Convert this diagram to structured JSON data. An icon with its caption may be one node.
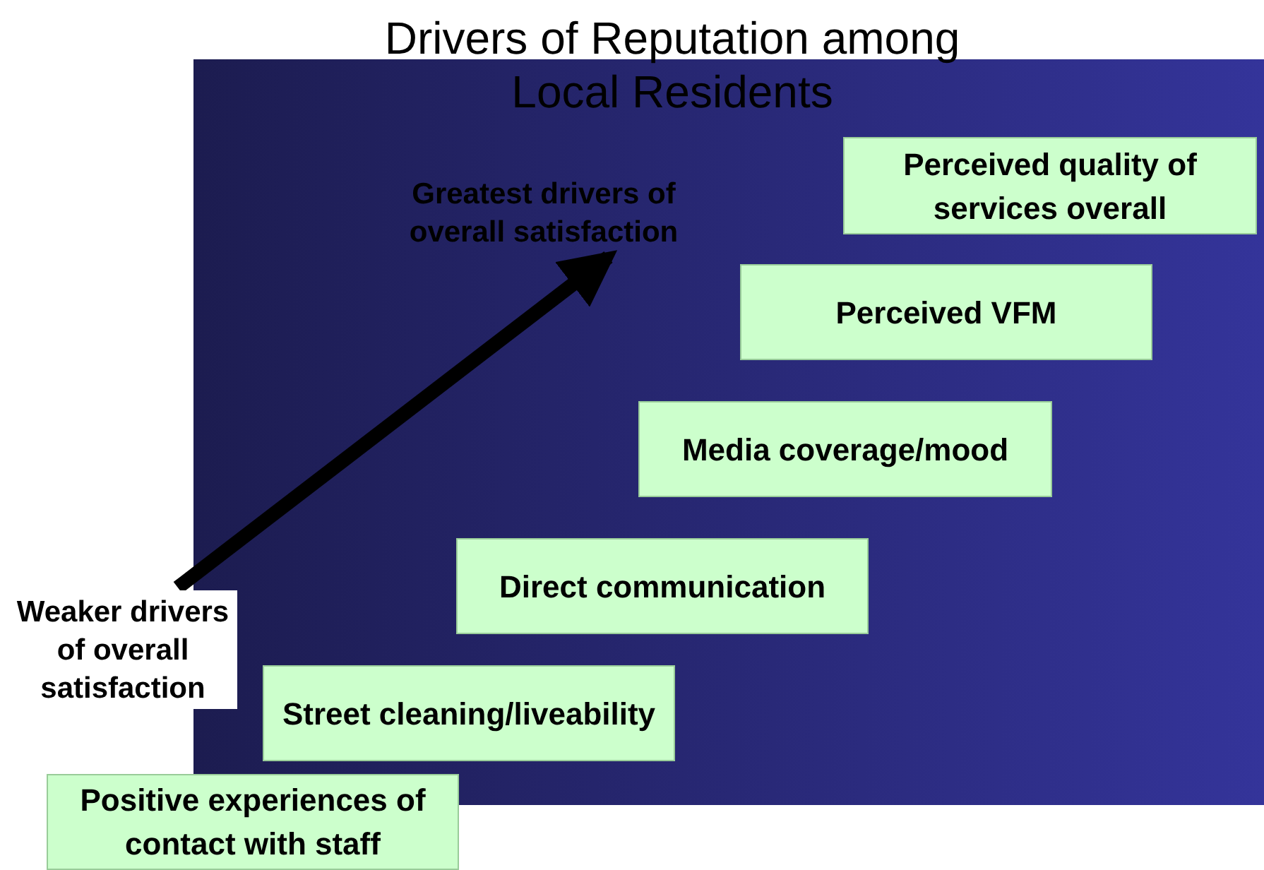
{
  "diagram": {
    "title": "Drivers of Reputation among Local Residents",
    "nodes": [
      {
        "text": [
          "Perceived quality of services overall"
        ]
      },
      {
        "text": [
          "Greatest drivers of overall satisfaction"
        ]
      },
      {
        "text": [
          "Perceived VFM"
        ]
      },
      {
        "text": [
          "Media coverage/mood"
        ]
      },
      {
        "text": [
          "Direct communication"
        ]
      },
      {
        "text": [
          "Weaker drivers of overall satisfaction"
        ]
      },
      {
        "text": [
          "Street cleaning/liveability"
        ]
      },
      {
        "text": [
          "Positive experiences of contact with staff"
        ]
      }
    ],
    "edges": [
      {
        "from": 5,
        "to": 1,
        "arrow": "to"
      }
    ]
  }
}
